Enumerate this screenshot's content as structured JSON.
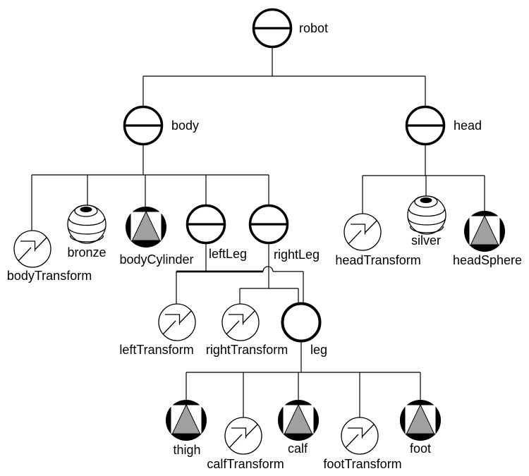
{
  "colors": {
    "background": "#ffffff",
    "line": "#000000",
    "shape_icon_fill": "#000000",
    "shape_triangle_fill": "#a0a0a0",
    "node_fill": "#ffffff"
  },
  "nodes": {
    "robot": {
      "label": "robot",
      "kind": "group"
    },
    "body": {
      "label": "body",
      "kind": "group"
    },
    "head": {
      "label": "head",
      "kind": "group"
    },
    "bodyTransform": {
      "label": "bodyTransform",
      "kind": "transform"
    },
    "bronze": {
      "label": "bronze",
      "kind": "material"
    },
    "bodyCylinder": {
      "label": "bodyCylinder",
      "kind": "shape"
    },
    "leftLeg": {
      "label": "leftLeg",
      "kind": "group"
    },
    "rightLeg": {
      "label": "rightLeg",
      "kind": "group"
    },
    "headTransform": {
      "label": "headTransform",
      "kind": "transform"
    },
    "silver": {
      "label": "silver",
      "kind": "material"
    },
    "headSphere": {
      "label": "headSphere",
      "kind": "shape"
    },
    "leftTransform": {
      "label": "leftTransform",
      "kind": "transform"
    },
    "rightTransform": {
      "label": "rightTransform",
      "kind": "transform"
    },
    "leg": {
      "label": "leg",
      "kind": "shared-group"
    },
    "thigh": {
      "label": "thigh",
      "kind": "shape"
    },
    "calfTransform": {
      "label": "calfTransform",
      "kind": "transform"
    },
    "calf": {
      "label": "calf",
      "kind": "shape"
    },
    "footTransform": {
      "label": "footTransform",
      "kind": "transform"
    },
    "foot": {
      "label": "foot",
      "kind": "shape"
    }
  },
  "hierarchy": {
    "robot": [
      "body",
      "head"
    ],
    "body": [
      "bodyTransform",
      "bronze",
      "bodyCylinder",
      "leftLeg",
      "rightLeg"
    ],
    "head": [
      "headTransform",
      "silver",
      "headSphere"
    ],
    "leftLeg": [
      "leftTransform",
      "leg"
    ],
    "rightLeg": [
      "rightTransform",
      "leg"
    ],
    "leg": [
      "thigh",
      "calfTransform",
      "calf",
      "footTransform",
      "foot"
    ]
  }
}
